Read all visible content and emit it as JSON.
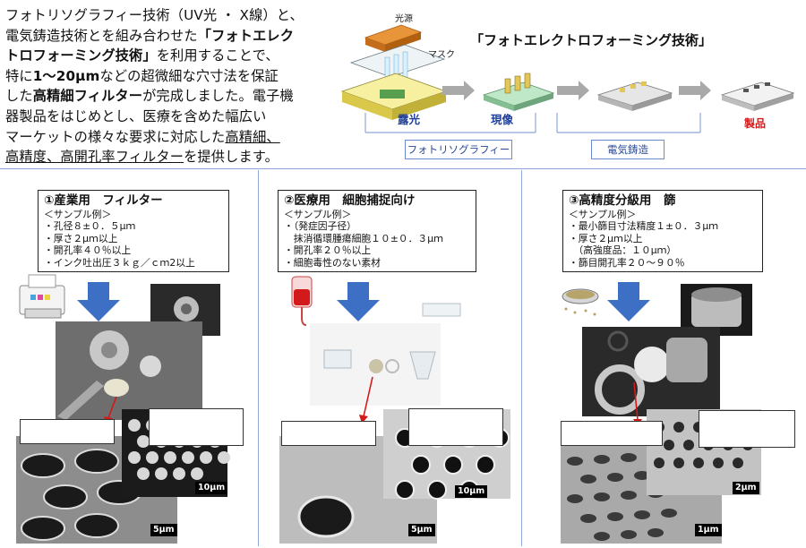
{
  "intro": {
    "l1": "フォトリソグラフィー技術（UV光 ・ X線）と、",
    "l2a": "電気鋳造技術とを組み合わせた",
    "l2b": "「フォトエレク",
    "l3a": "トロフォーミング技術」",
    "l3b": "を利用することで、",
    "l4a": "特に",
    "l4b": "1～20μm",
    "l4c": "などの超微細な穴寸法を保証",
    "l5a": "した",
    "l5b": "高精細フィルター",
    "l5c": "が完成しました。電子機",
    "l6": "器製品をはじめとし、医療を含めた幅広い",
    "l7a": "マーケットの様々な要求に対応した",
    "l7b": "高精細、",
    "l8a": "高精度、高開孔率フィルター",
    "l8b": "を提供します。"
  },
  "process": {
    "title": "「フォトエレクトロフォーミング技術」",
    "light_source": "光源",
    "mask": "マスク",
    "exposure": "露光",
    "development": "現像",
    "product": "製品",
    "photolithography": "フォトリソグラフィー",
    "electroforming": "電気鋳造"
  },
  "panels": [
    {
      "title": "①産業用　フィルター",
      "sample": "＜サンプル例＞",
      "items": [
        "・孔径８±０．５μｍ",
        "・厚さ２μｍ以上",
        "・開孔率４０％以上",
        "・インク吐出圧３ｋｇ／ｃｍ2以上"
      ],
      "scale_a": "10μm",
      "scale_b": "5μm"
    },
    {
      "title": "②医療用　細胞捕捉向け",
      "sample": "＜サンプル例＞",
      "items": [
        "・（発症因子径）",
        "　抹消循環腫瘍細胞１０±０．３μｍ",
        "・開孔率２０％以上",
        "・細胞毒性のない素材"
      ],
      "scale_a": "10μm",
      "scale_b": "5μm"
    },
    {
      "title": "③高精度分級用　篩",
      "sample": "＜サンプル例＞",
      "items": [
        "・最小篩目寸法精度１±０．３μｍ",
        "・厚さ２μｍ以上",
        "　（高強度品：１０μｍ）",
        "・篩目開孔率２０～９０％"
      ],
      "scale_a": "2μm",
      "scale_b": "1μm"
    }
  ],
  "colors": {
    "accent_blue": "#3d6fc4",
    "product_red": "#d21a1a",
    "divider": "#8fa8d8",
    "tag_border": "#6a8bd0"
  }
}
